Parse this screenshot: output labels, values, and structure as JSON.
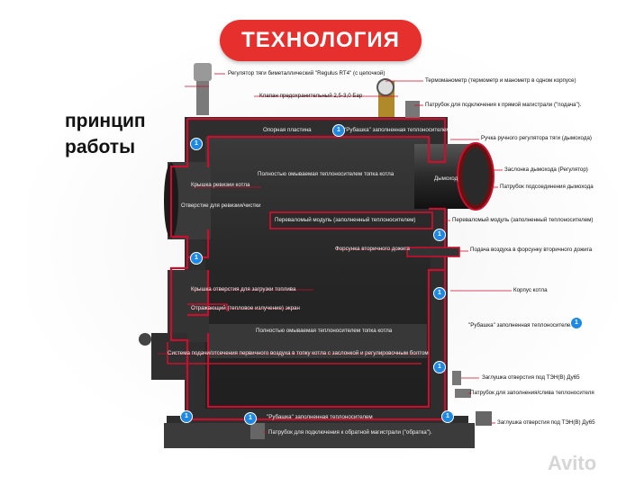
{
  "title": "ТЕХНОЛОГИЯ",
  "side_title": [
    "принцип",
    "работы"
  ],
  "labels": {
    "regulator": "Регулятор тяги биметаллический \"Regulus RT4\" (с цепочкой)",
    "thermomanometer": "Термоманометр (термометр и манометр в одном корпусе)",
    "safety_valve": "Клапан предохранительный 2,5-3,0 Бар",
    "supply_pipe": "Патрубок для подключения к прямой магистрали (\"подача\").",
    "support_plate": "Опорная пластина",
    "jacket_top": "\"Рубашка\" заполненная теплоносителем",
    "damper_handle": "Ручка ручного регулятора тяги (дымохода)",
    "flue": "Дымоход",
    "damper": "Заслонка дымохода (Регулятор)",
    "flue_pipe": "Патрубок подсоединения дымохода",
    "furnace_washed": "Полностью омываемая теплоносителем топка котла",
    "revision_cover": "Крышка ревизии котла",
    "revision_hole": "Отверстие для ревизии/чистки",
    "overflow_inner": "Переваломый модуль (заполненный теплоносителем)",
    "overflow_outer": "Переваломый модуль (заполненный теплоносителем)",
    "secondary_nozzle": "Форсунка вторичного дожига",
    "secondary_air": "Подача воздуха в форсунку вторичного дожига",
    "body": "Корпус котла",
    "loading_cover": "Крышка отверстия для загрузки топлива",
    "reflect_screen": "Отражающий (тепловое излучение) экран",
    "jacket_right": "\"Рубашка\" заполненная теплоносителем",
    "lower_washed": "Полностью омываемая теплоносителем топка котла",
    "primary_air": "Система подачи/отсечения первичного воздуха в топку котла с заслонкой и регулировочным болтом",
    "ten_upper": "Заглушка отверстия под ТЭН(В) Ду65",
    "fill_drain": "Патрубок для заполнения/слива теплоносителя",
    "jacket_bottom": "\"Рубашка\" заполненная теплоносителем",
    "ten_lower": "Заглушка отверстия под ТЭН(В) Ду65",
    "return_pipe": "Патрубок для подключения к обратной магистрали (\"обратка\")."
  },
  "badge_number": "1",
  "watermark": "Avito",
  "colors": {
    "accent": "#e5302e",
    "frame": "#c8102e",
    "badge": "#1e88e5",
    "body": "#2b2b2b"
  }
}
